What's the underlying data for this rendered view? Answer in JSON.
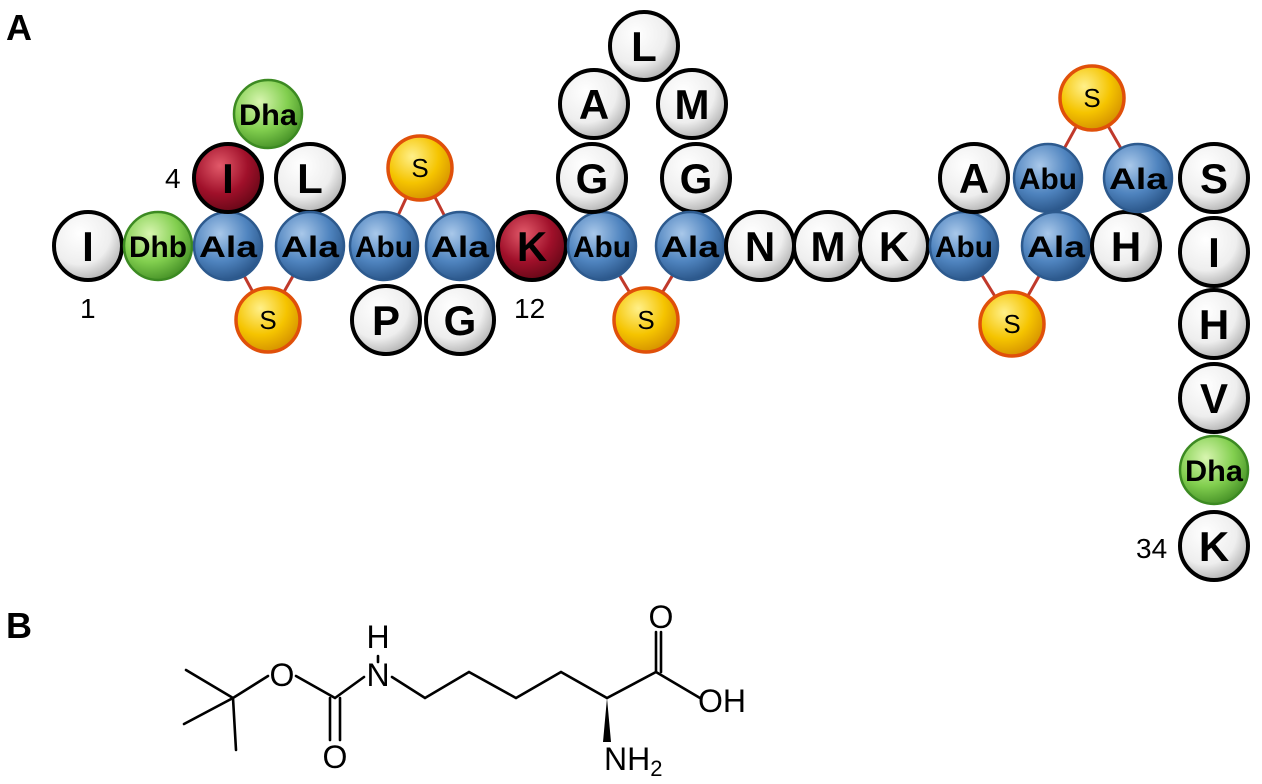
{
  "panels": {
    "a": "A",
    "b": "B"
  },
  "colors": {
    "standard": "#f2f2f2",
    "modified_blue": "#4f84bf",
    "dehydrated_green": "#7fcf4f",
    "highlight_red": "#a0102a",
    "sulfur_yellow": "#f5c400",
    "sulfur_bridge": "#c0392b"
  },
  "peptide": {
    "position_labels": [
      "1",
      "4",
      "12",
      "34"
    ],
    "residues": [
      {
        "id": "I1",
        "label": "I",
        "type": "standard"
      },
      {
        "id": "Dhb2",
        "label": "Dhb",
        "type": "dehydrated"
      },
      {
        "id": "Ala3",
        "label": "Ala",
        "type": "modified"
      },
      {
        "id": "I4",
        "label": "I",
        "type": "highlight"
      },
      {
        "id": "Dha5",
        "label": "Dha",
        "type": "dehydrated"
      },
      {
        "id": "L6",
        "label": "L",
        "type": "standard"
      },
      {
        "id": "Ala7",
        "label": "Ala",
        "type": "modified"
      },
      {
        "id": "Abu8",
        "label": "Abu",
        "type": "modified"
      },
      {
        "id": "P9",
        "label": "P",
        "type": "standard"
      },
      {
        "id": "G10",
        "label": "G",
        "type": "standard"
      },
      {
        "id": "Ala11",
        "label": "Ala",
        "type": "modified"
      },
      {
        "id": "K12",
        "label": "K",
        "type": "highlight"
      },
      {
        "id": "Abu13",
        "label": "Abu",
        "type": "modified"
      },
      {
        "id": "G14",
        "label": "G",
        "type": "standard"
      },
      {
        "id": "A15",
        "label": "A",
        "type": "standard"
      },
      {
        "id": "L16",
        "label": "L",
        "type": "standard"
      },
      {
        "id": "M17",
        "label": "M",
        "type": "standard"
      },
      {
        "id": "G18",
        "label": "G",
        "type": "standard"
      },
      {
        "id": "Ala19",
        "label": "Ala",
        "type": "modified"
      },
      {
        "id": "N20",
        "label": "N",
        "type": "standard"
      },
      {
        "id": "M21",
        "label": "M",
        "type": "standard"
      },
      {
        "id": "K22",
        "label": "K",
        "type": "standard"
      },
      {
        "id": "Abu23",
        "label": "Abu",
        "type": "modified"
      },
      {
        "id": "A24",
        "label": "A",
        "type": "standard"
      },
      {
        "id": "Abu25",
        "label": "Abu",
        "type": "modified"
      },
      {
        "id": "Ala26",
        "label": "Ala",
        "type": "modified"
      },
      {
        "id": "H27",
        "label": "H",
        "type": "standard"
      },
      {
        "id": "Ala28",
        "label": "Ala",
        "type": "modified"
      },
      {
        "id": "S29",
        "label": "S",
        "type": "standard"
      },
      {
        "id": "I30",
        "label": "I",
        "type": "standard"
      },
      {
        "id": "H31",
        "label": "H",
        "type": "standard"
      },
      {
        "id": "V32",
        "label": "V",
        "type": "standard"
      },
      {
        "id": "Dha33",
        "label": "Dha",
        "type": "dehydrated"
      },
      {
        "id": "K34",
        "label": "K",
        "type": "standard"
      }
    ],
    "sulfur_label": "S"
  },
  "molecule": {
    "atoms": {
      "o_ether": "O",
      "n_amide": "N",
      "h_amide": "H",
      "o_carbonyl": "O",
      "o_acid": "O",
      "oh": "OH",
      "nh2_main": "NH",
      "nh2_sub": "2"
    }
  }
}
